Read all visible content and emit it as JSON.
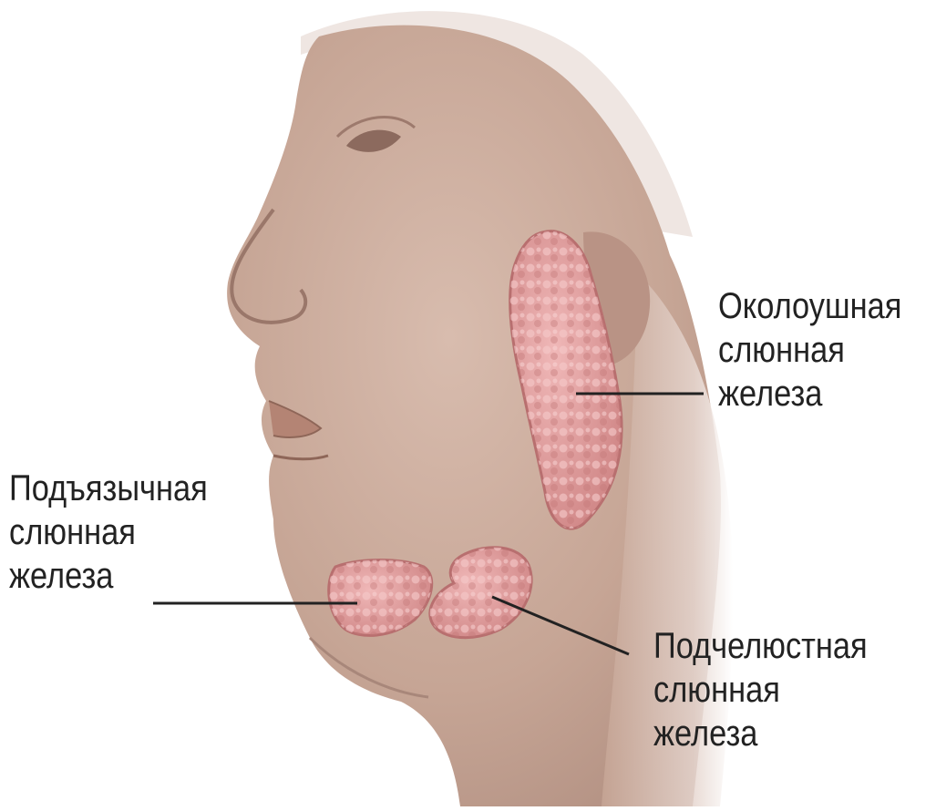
{
  "diagram": {
    "labels": {
      "parotid": {
        "lines": [
          "Околоушная",
          "слюнная",
          "железа"
        ]
      },
      "sublingual": {
        "lines": [
          "Подъязычная",
          "слюнная",
          "железа"
        ]
      },
      "submandibular": {
        "lines": [
          "Подчелюстная",
          "слюнная",
          "железа"
        ]
      }
    },
    "colors": {
      "skin": "#c9a898",
      "skin_shadow": "#a8877a",
      "gland": "#e0a0a0",
      "gland_dark": "#c07070",
      "leader_line": "#222222"
    }
  }
}
